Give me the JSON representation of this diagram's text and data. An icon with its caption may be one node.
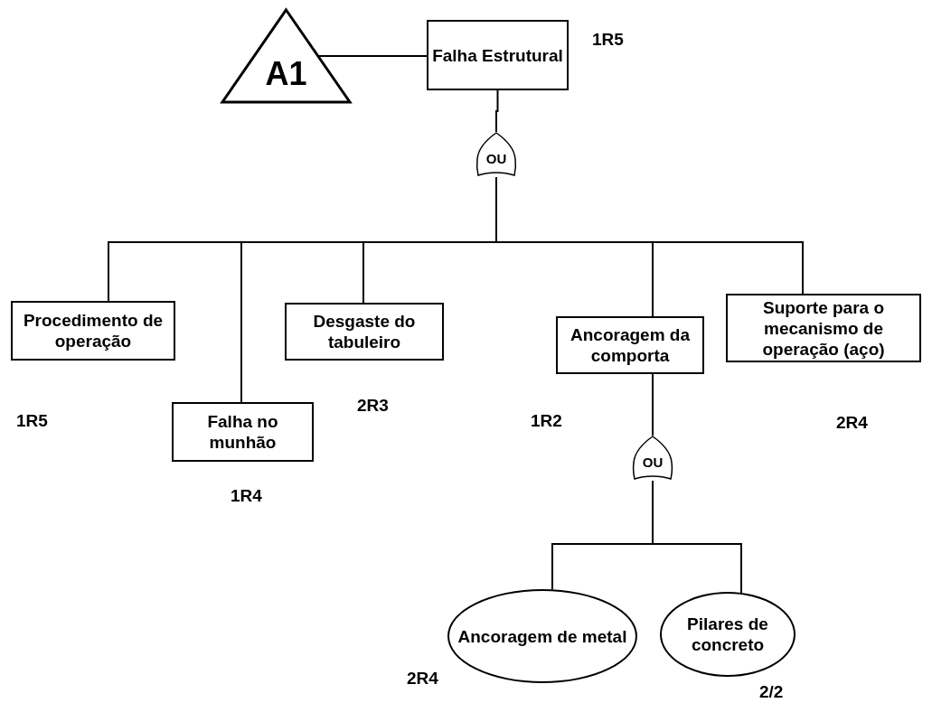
{
  "diagram": {
    "nodes": [
      {
        "text": [
          "A1"
        ]
      },
      {
        "text": [
          "Falha Estrutural"
        ],
        "beside": [
          "1R5"
        ]
      },
      {
        "text": [
          "OU"
        ]
      },
      {
        "text": [
          "Procedimento de operação"
        ],
        "beside": [
          "1R5"
        ]
      },
      {
        "text": [
          "Falha no munhão"
        ],
        "beside": [
          "1R4"
        ]
      },
      {
        "text": [
          "Desgaste do tabuleiro"
        ],
        "beside": [
          "2R3"
        ]
      },
      {
        "text": [
          "Ancoragem da comporta"
        ],
        "beside": [
          "1R2"
        ]
      },
      {
        "text": [
          "Suporte para o mecanismo de operação (aço)"
        ],
        "beside": [
          "2R4"
        ]
      },
      {
        "text": [
          "OU"
        ]
      },
      {
        "text": [
          "Ancoragem de metal"
        ],
        "beside": [
          "2R4"
        ]
      },
      {
        "text": [
          "Pilares de concreto"
        ],
        "beside": [
          "2/2"
        ]
      }
    ],
    "edges": [
      {
        "from": 0,
        "to": 1,
        "arrow": "none"
      },
      {
        "from": 1,
        "to": 2,
        "arrow": "none"
      },
      {
        "from": 2,
        "to": 3,
        "arrow": "none"
      },
      {
        "from": 2,
        "to": 4,
        "arrow": "none"
      },
      {
        "from": 2,
        "to": 5,
        "arrow": "none"
      },
      {
        "from": 2,
        "to": 6,
        "arrow": "none"
      },
      {
        "from": 2,
        "to": 7,
        "arrow": "none"
      },
      {
        "from": 6,
        "to": 8,
        "arrow": "none"
      },
      {
        "from": 8,
        "to": 9,
        "arrow": "none"
      },
      {
        "from": 8,
        "to": 10,
        "arrow": "none"
      }
    ]
  }
}
